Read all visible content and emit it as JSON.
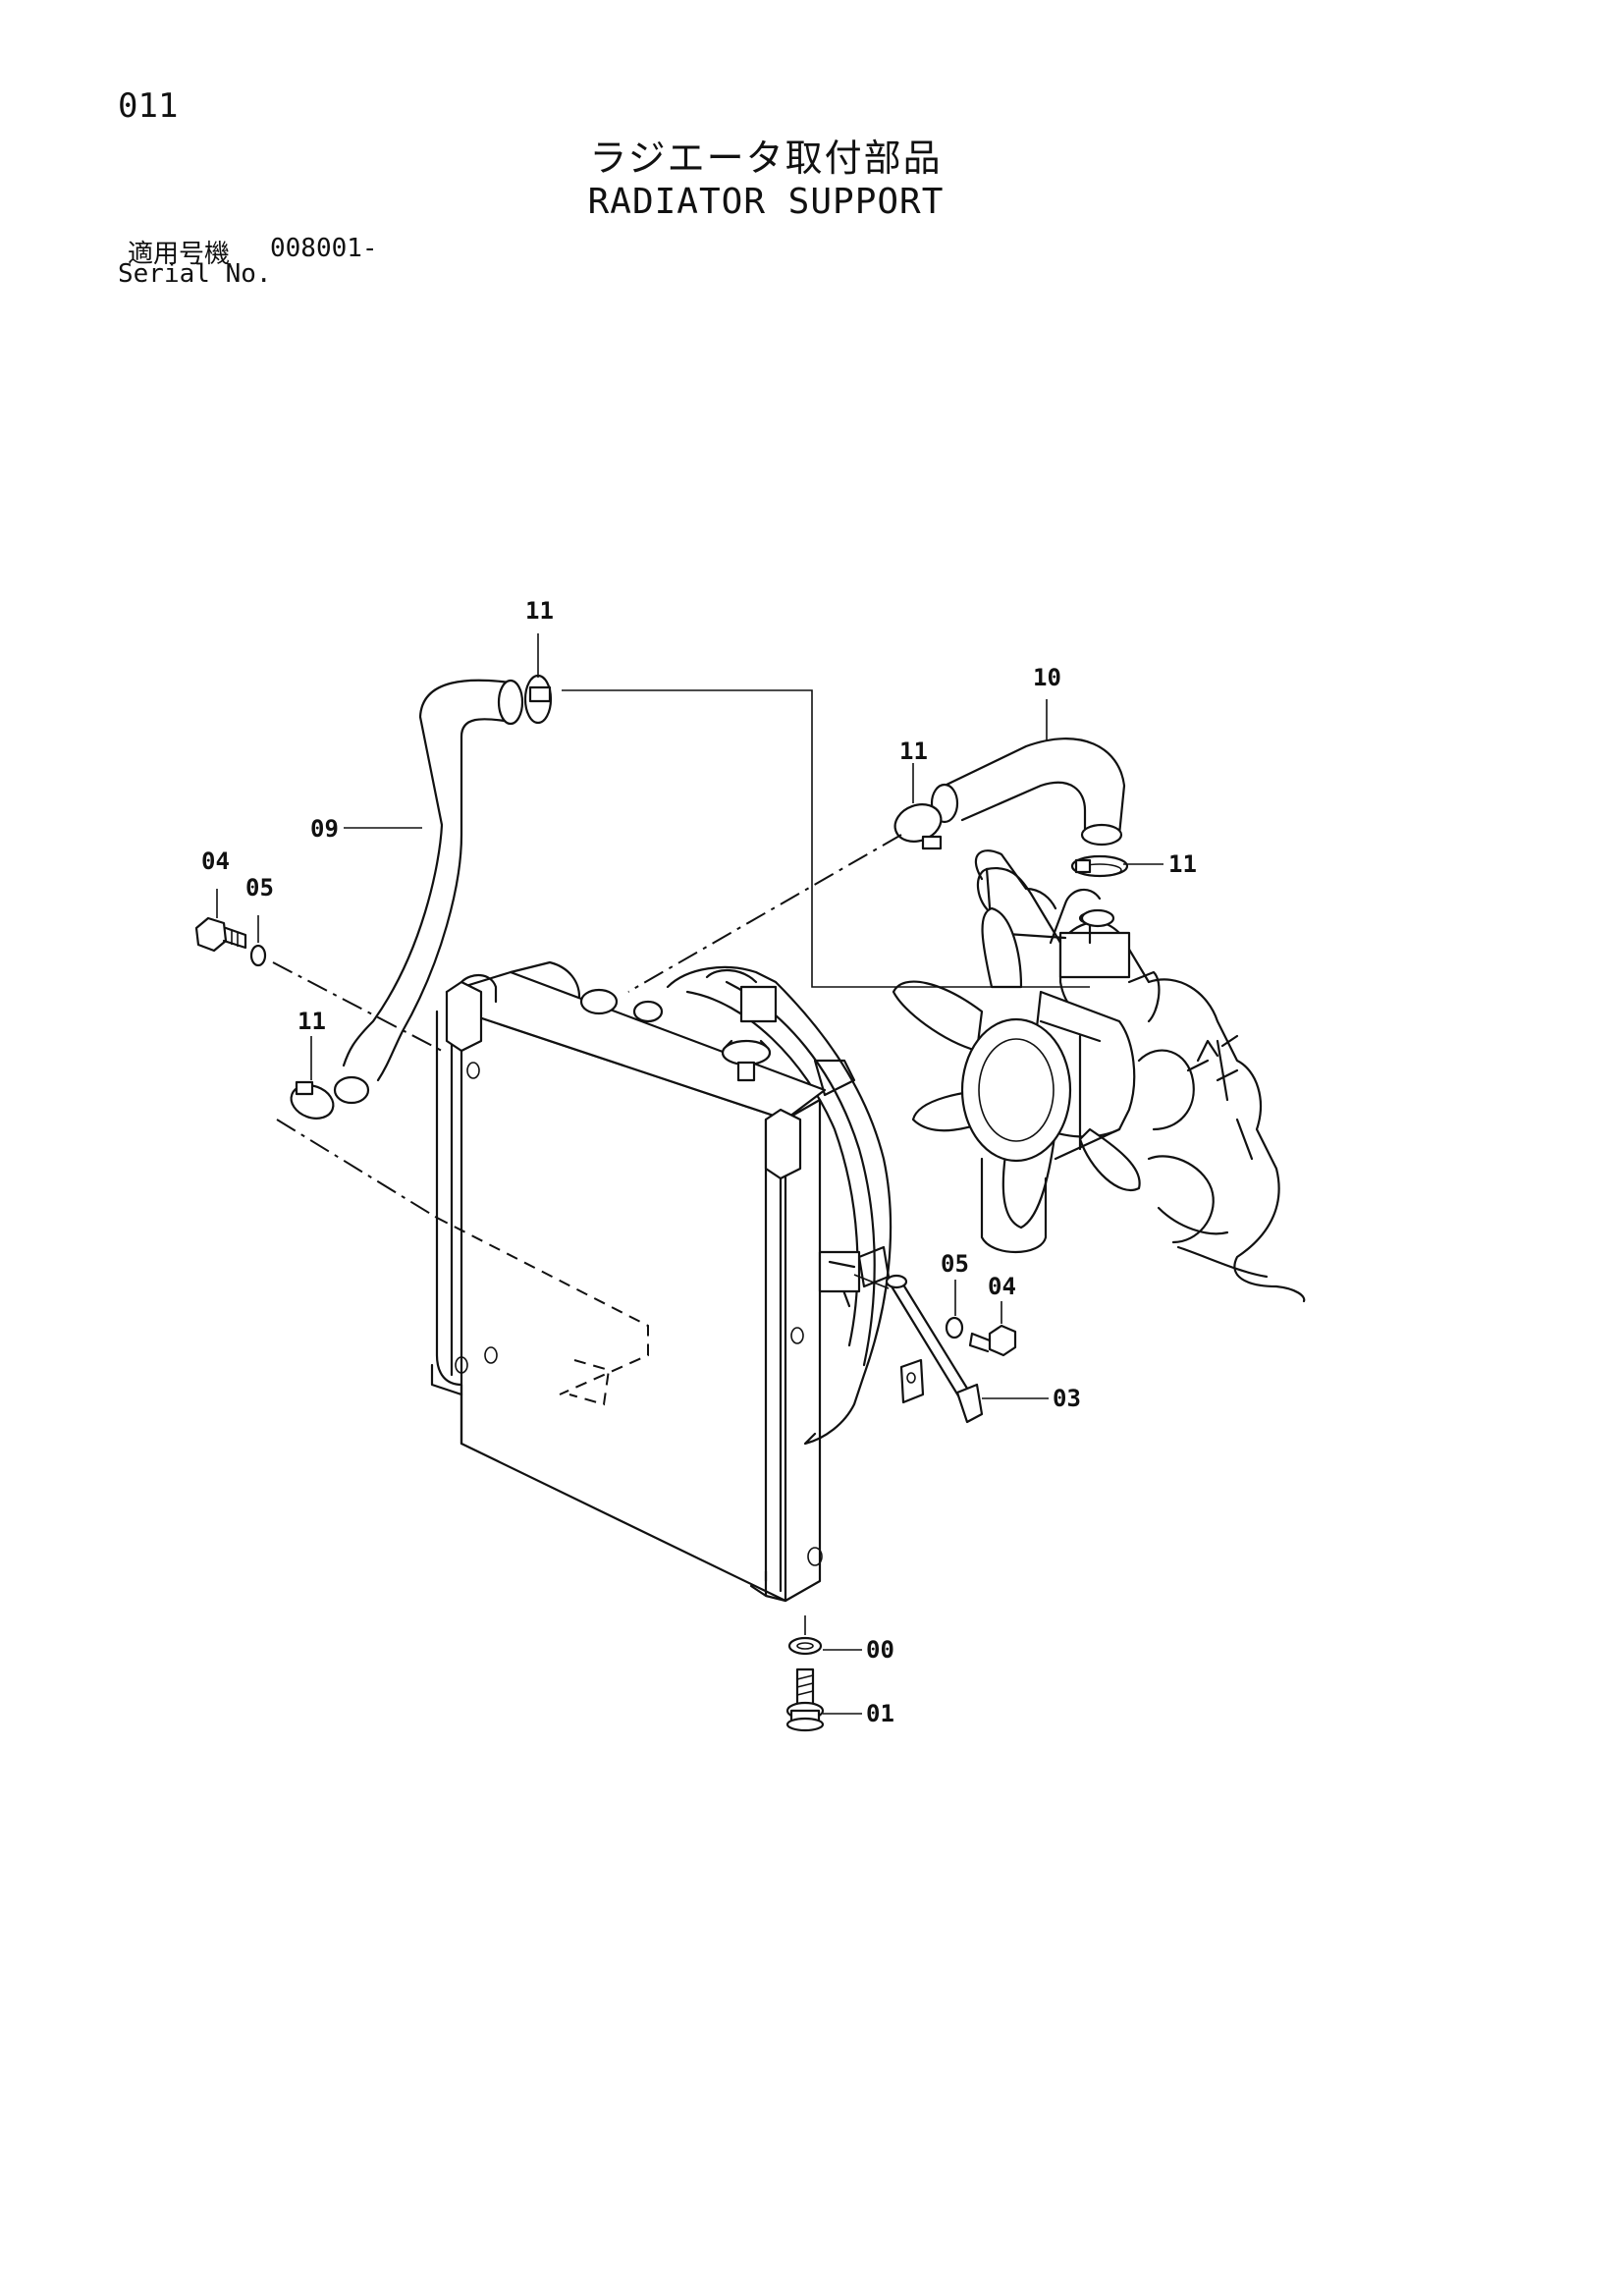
{
  "header": {
    "page_number": "011",
    "title_jp": "ラジエータ取付部品",
    "title_en": "RADIATOR SUPPORT",
    "serial_label_jp": "適用号機",
    "serial_value": "008001-",
    "serial_label_en": "Serial No."
  },
  "callouts": {
    "c11_top": "11",
    "c10": "10",
    "c11_upper_right": "11",
    "c11_right": "11",
    "c09": "09",
    "c04_left": "04",
    "c05_left": "05",
    "c11_left": "11",
    "c05_right": "05",
    "c04_right": "04",
    "c03": "03",
    "c00": "00",
    "c01": "01"
  }
}
